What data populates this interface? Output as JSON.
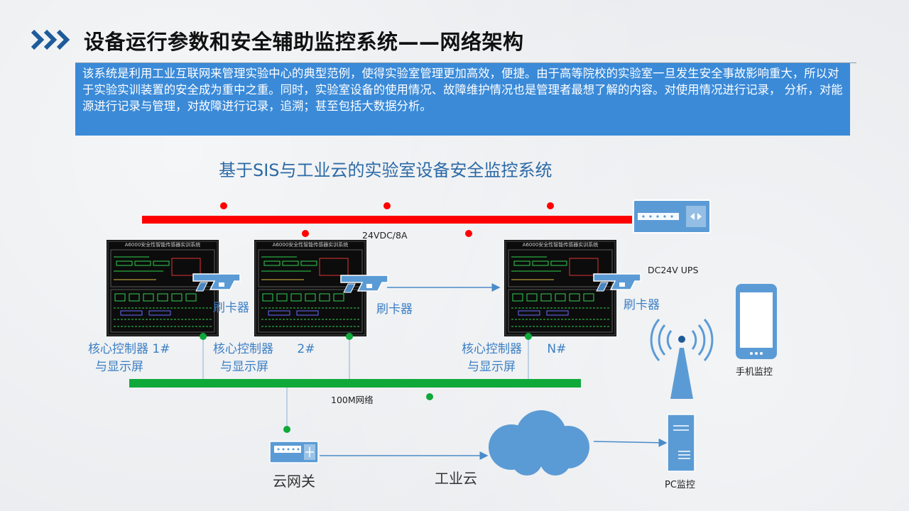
{
  "header": {
    "title": "设备运行参数和安全辅助监控系统——网络架构"
  },
  "intro": {
    "text": "该系统是利用工业互联网来管理实验中心的典型范例，使得实验室管理更加高效，便捷。由于高等院校的实验室一旦发生安全事故影响重大，所以对于实验实训装置的安全成为重中之重。同时，实验室设备的使用情况、故障维护情况也是管理者最想了解的内容。对使用情况进行记录， 分析，对能源进行记录与管理，对故障进行记录，追溯；甚至包括大数据分析。"
  },
  "diagram": {
    "title": "基于SIS与工业云的实验室设备安全监控系统",
    "power_bus_label": "24VDC/8A",
    "ups_label": "DC24V UPS",
    "network_label": "100M网络",
    "card_reader_label": "刷卡器",
    "rack_screen_title": "A6000安全性智能传感器实训系统",
    "controllers": [
      {
        "name": "核心控制器",
        "num": "1#",
        "sub": "与显示屏"
      },
      {
        "name": "核心控制器",
        "num": "2#",
        "sub": "与显示屏"
      },
      {
        "name": "核心控制器",
        "num": "N#",
        "sub": "与显示屏"
      }
    ],
    "mobile_label": "手机监控",
    "gateway_label": "云网关",
    "cloud_label": "工业云",
    "pc_label": "PC监控"
  },
  "colors": {
    "power_bus": "#ff0000",
    "network_bus": "#0fa93a",
    "device_blue": "#5b9bd5",
    "intro_bg": "#3a8ad8"
  }
}
